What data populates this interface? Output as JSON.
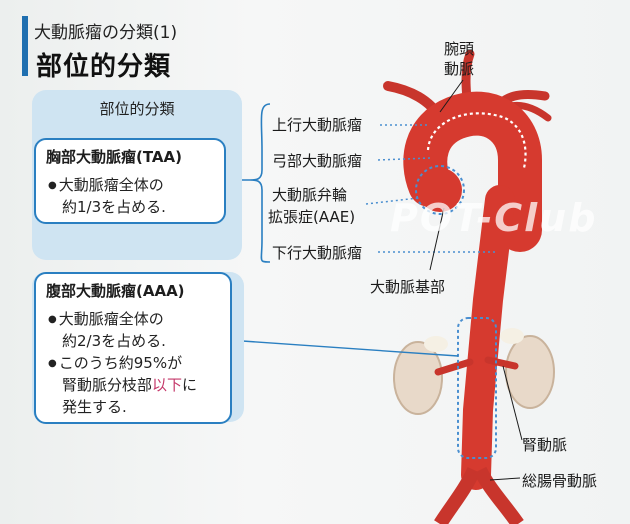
{
  "header": {
    "subtitle": "大動脈瘤の分類(1)",
    "title": "部位的分類"
  },
  "left_panel": {
    "title": "部位的分類",
    "taa": {
      "heading": "胸部大動脈瘤(TAA)",
      "line1": "大動脈瘤全体の",
      "line2": "約1/3を占める."
    },
    "aaa": {
      "heading": "腹部大動脈瘤(AAA)",
      "line1": "大動脈瘤全体の",
      "line2": "約2/3を占める.",
      "line3": "このうち約95%が",
      "line4_pre": "腎動脈分枝部",
      "line4_red": "以下",
      "line4_post": "に",
      "line5": "発生する."
    }
  },
  "annotations": {
    "brachiocephalic_1": "腕頭",
    "brachiocephalic_2": "動脈",
    "ascending": "上行大動脈瘤",
    "arch": "弓部大動脈瘤",
    "annulo_1": "大動脈弁輪",
    "annulo_2": "拡張症(AAE)",
    "descending": "下行大動脈瘤",
    "root": "大動脈基部",
    "renal": "腎動脈",
    "iliac": "総腸骨動脈"
  },
  "watermark": "POT-Club",
  "colors": {
    "accent": "#1f6fb0",
    "panel_bg": "#cfe4f2",
    "card_border": "#2a7fc1",
    "aorta_red": "#d63a2f",
    "highlight_red": "#c5386a",
    "dotted_blue": "#4a8fd0"
  }
}
